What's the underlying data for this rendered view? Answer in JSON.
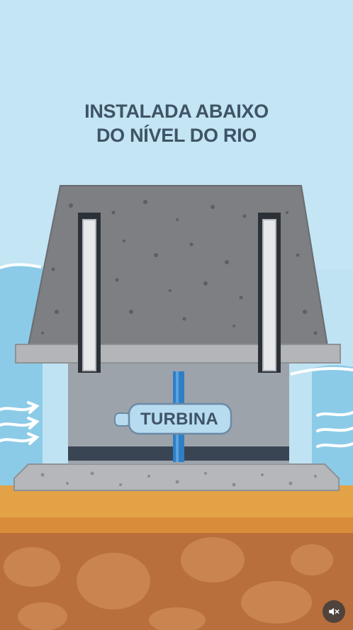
{
  "headline": {
    "line1": "INSTALADA ABAIXO",
    "line2": "DO NÍVEL DO RIO"
  },
  "turbine": {
    "label": "TURBINA"
  },
  "controls": {
    "mute_icon": "muted-speaker-icon"
  },
  "colors": {
    "sky": "#bfe3f3",
    "water": "#8cc8e6",
    "concrete": "#7d7f82",
    "sand": "#e3a246",
    "soil": "#b86f3c",
    "pipe": "#2f7fc4",
    "text": "#3f5466"
  }
}
